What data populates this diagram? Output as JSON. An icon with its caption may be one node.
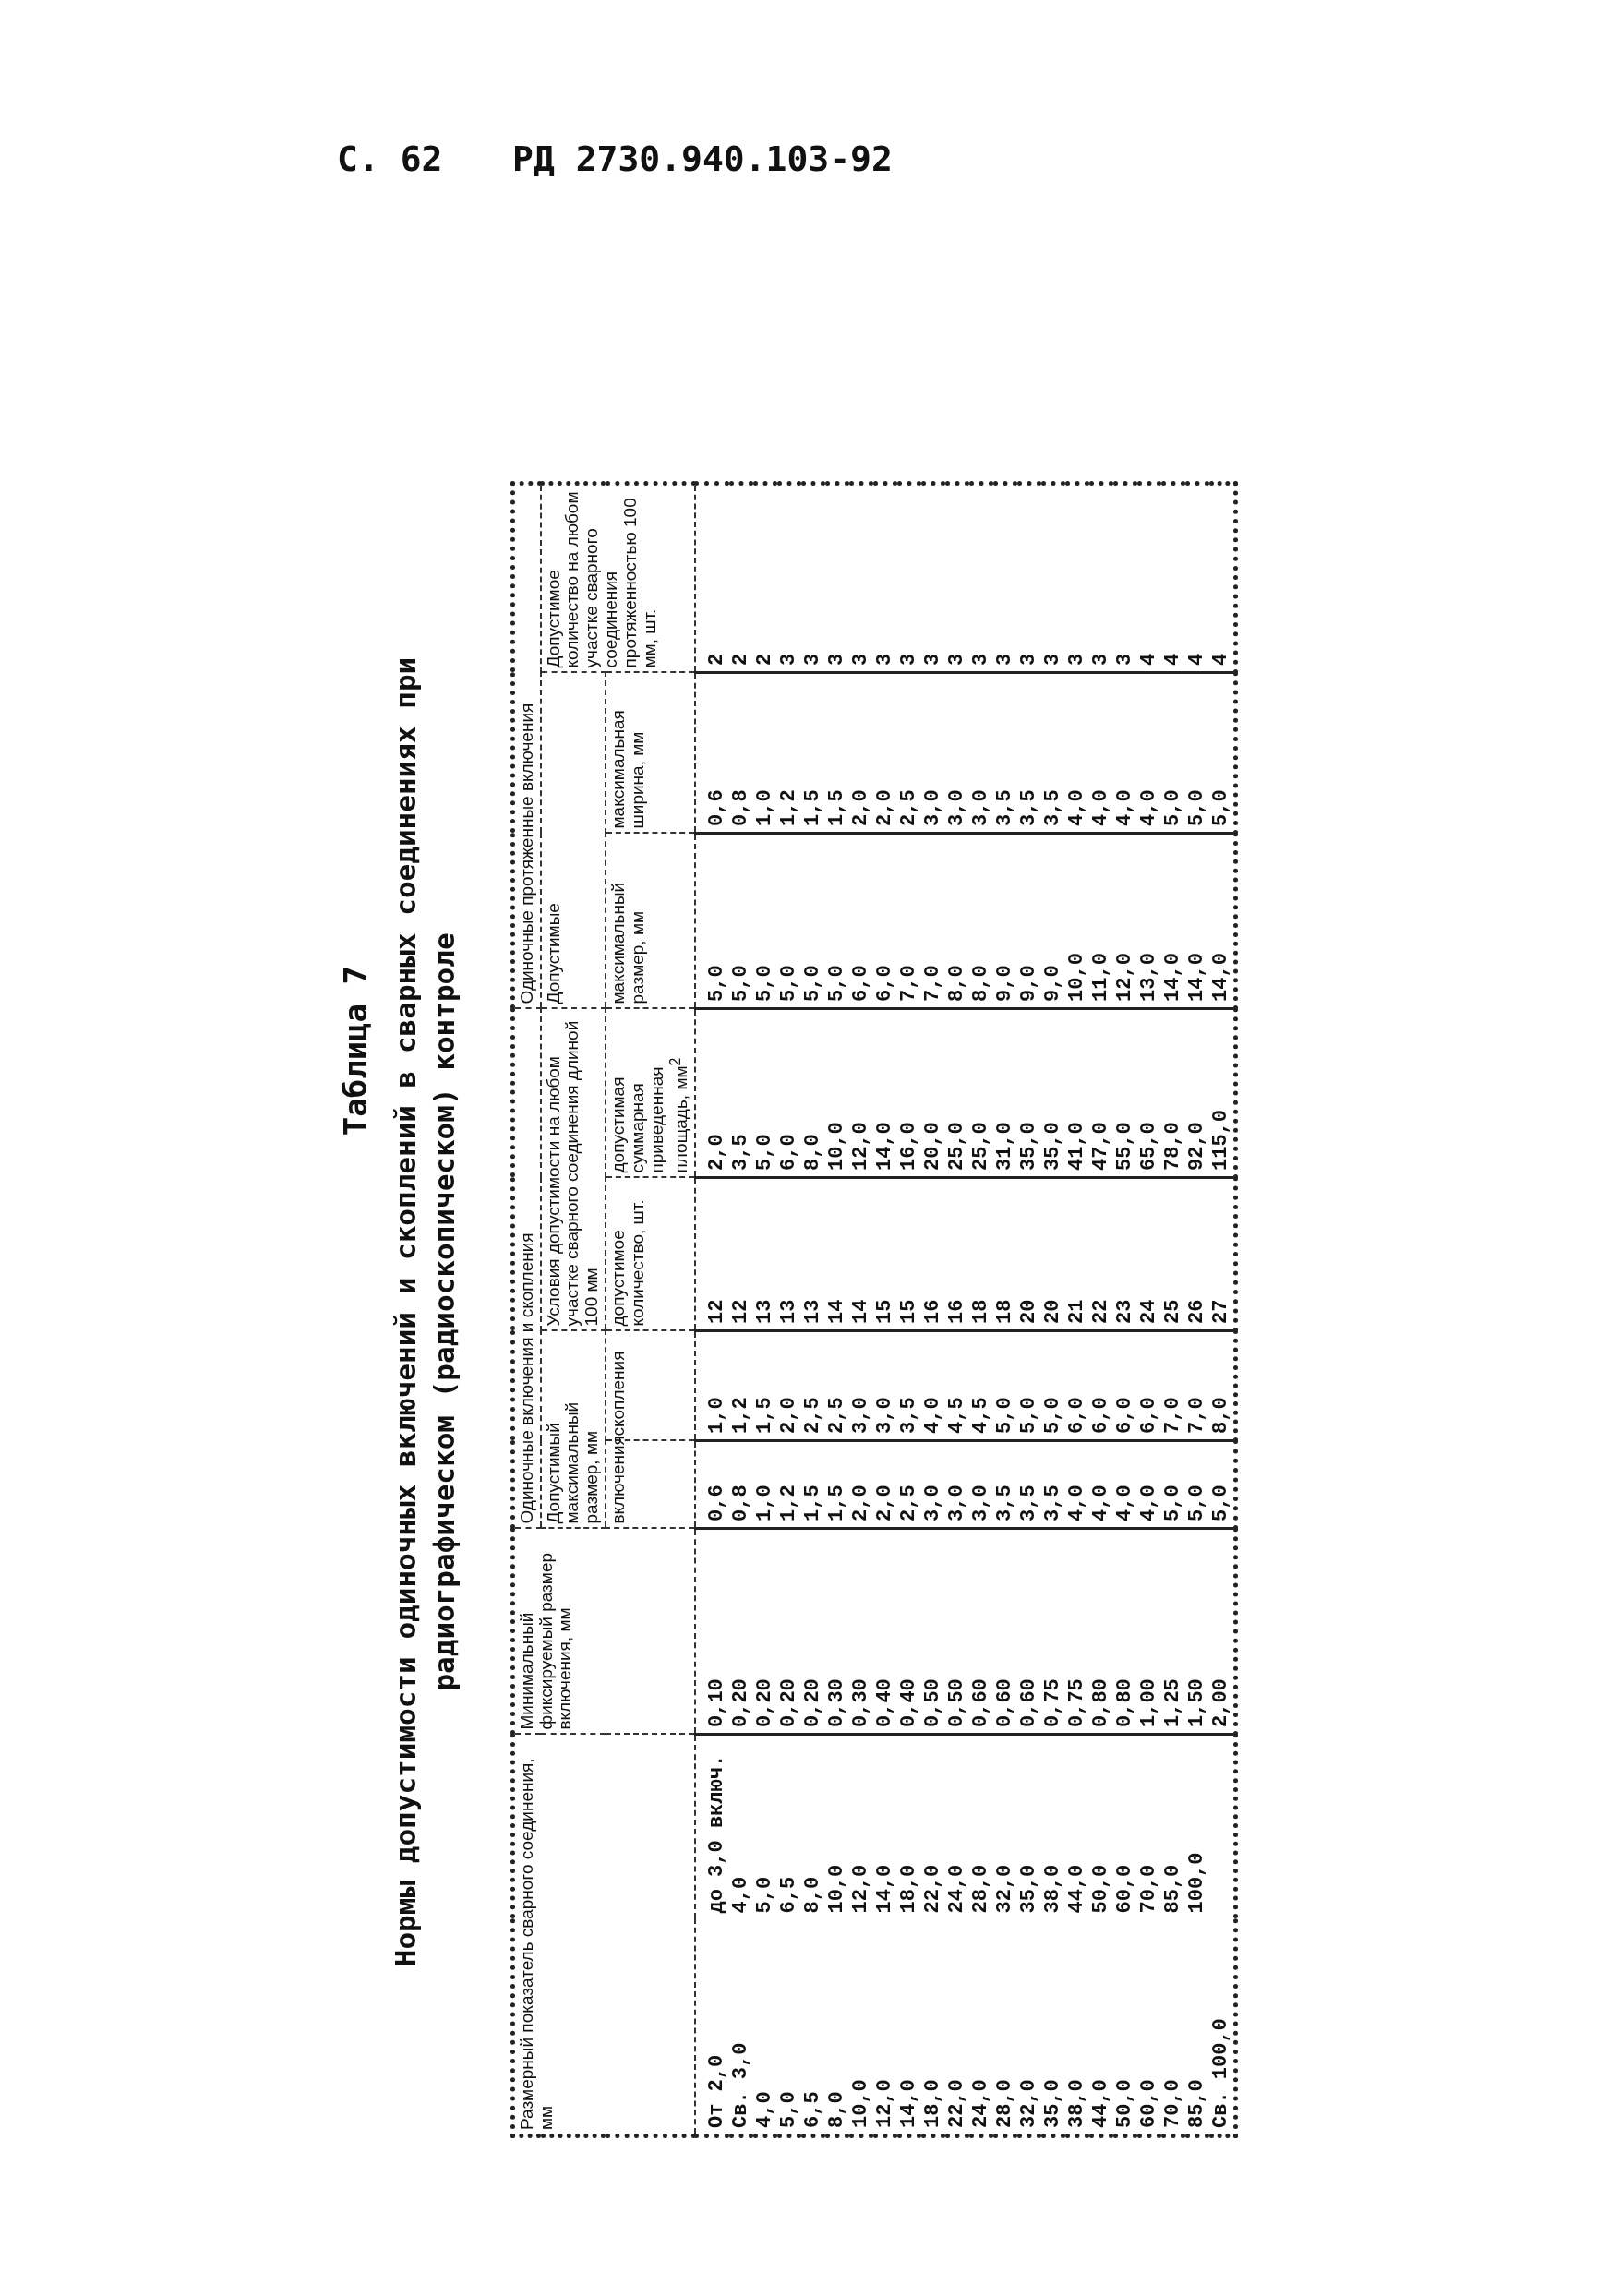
{
  "diagram": {
    "title": "Нормы допустимости одиночных включений и скоплений в сварных соединениях при радиографическом (радиоскопическом) контроле",
    "labels": [
      "С. 62",
      "РД 2730.940.103-92",
      "Таблица 7",
      "Размерный показатель сварного соединения, мм",
      "Минимальный фиксируемый размер включения, мм",
      "Одиночные включения и скопления",
      "Одиночные протяженные включения",
      "Допустимый максимальный размер, мм",
      "Условия допустимости на любом участке сварного соединения длиной 100 мм",
      "Допустимые",
      "Допустимое количество на любом участке сварного соединения протяженностью 100 мм, шт.",
      "включения",
      "скопления",
      "допустимое количество, шт.",
      "допустимая суммарная приведенная площадь, мм$^{2}$",
      "максимальный размер, мм",
      "максимальная ширина, мм",
      "От 2,0",
      "до 3,0 включ.",
      "0,10",
      "0,6",
      "1,0",
      "12",
      "2,0",
      "5,0",
      "0,6",
      "2",
      "Св. 3,0",
      "4,0",
      "0,20",
      "0,8",
      "1,2",
      "12",
      "3,5",
      "5,0",
      "0,8",
      "2",
      "4,0",
      "5,0",
      "0,20",
      "1,0",
      "1,5",
      "13",
      "5,0",
      "5,0",
      "1,0",
      "2",
      "5,0",
      "6,5",
      "0,20",
      "1,2",
      "2,0",
      "13",
      "6,0",
      "5,0",
      "1,2",
      "3",
      "6,5",
      "8,0",
      "0,20",
      "1,5",
      "2,5",
      "13",
      "8,0",
      "5,0",
      "1,5",
      "3",
      "8,0",
      "10,0",
      "0,30",
      "1,5",
      "2,5",
      "14",
      "10,0",
      "5,0",
      "1,5",
      "3",
      "10,0",
      "12,0",
      "0,30",
      "2,0",
      "3,0",
      "14",
      "12,0",
      "6,0",
      "2,0",
      "3",
      "12,0",
      "14,0",
      "0,40",
      "2,0",
      "3,0",
      "15",
      "14,0",
      "6,0",
      "2,0",
      "3",
      "14,0",
      "18,0",
      "0,40",
      "2,5",
      "3,5",
      "15",
      "16,0",
      "7,0",
      "2,5",
      "3",
      "18,0",
      "22,0",
      "0,50",
      "3,0",
      "4,0",
      "16",
      "20,0",
      "7,0",
      "3,0",
      "3",
      "22,0",
      "24,0",
      "0,50",
      "3,0",
      "4,5",
      "16",
      "25,0",
      "8,0",
      "3,0",
      "3",
      "24,0",
      "28,0",
      "0,60",
      "3,0",
      "4,5",
      "18",
      "25,0",
      "8,0",
      "3,0",
      "3",
      "28,0",
      "32,0",
      "0,60",
      "3,5",
      "5,0",
      "18",
      "31,0",
      "9,0",
      "3,5",
      "3",
      "32,0",
      "35,0",
      "0,60",
      "3,5",
      "5,0",
      "20",
      "35,0",
      "9,0",
      "3,5",
      "3",
      "35,0",
      "38,0",
      "0,75",
      "3,5",
      "5,0",
      "20",
      "35,0",
      "9,0",
      "3,5",
      "3",
      "38,0",
      "44,0",
      "0,75",
      "4,0",
      "6,0",
      "21",
      "41,0",
      "10,0",
      "4,0",
      "3",
      "44,0",
      "50,0",
      "0,80",
      "4,0",
      "6,0",
      "22",
      "47,0",
      "11,0",
      "4,0",
      "3",
      "50,0",
      "60,0",
      "0,80",
      "4,0",
      "6,0",
      "23",
      "55,0",
      "12,0",
      "4,0",
      "3",
      "60,0",
      "70,0",
      "1,00",
      "4,0",
      "6,0",
      "24",
      "65,0",
      "13,0",
      "4,0",
      "4",
      "70,0",
      "85,0",
      "1,25",
      "5,0",
      "7,0",
      "25",
      "78,0",
      "14,0",
      "5,0",
      "4",
      "85,0",
      "100,0",
      "1,50",
      "5,0",
      "7,0",
      "26",
      "92,0",
      "14,0",
      "5,0",
      "4",
      "Св. 100,0",
      "2,00",
      "5,0",
      "8,0",
      "27",
      "115,0",
      "14,0",
      "5,0",
      "4"
    ]
  }
}
